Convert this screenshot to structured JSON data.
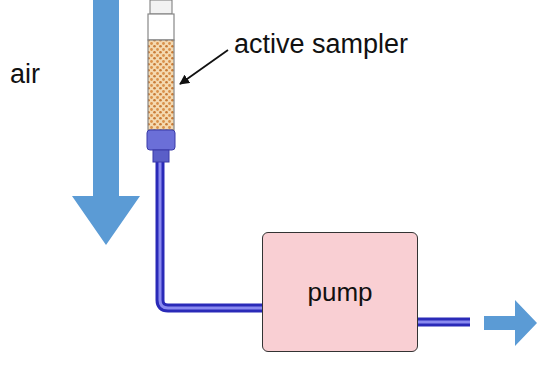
{
  "diagram": {
    "nodes": [
      {
        "text": [
          "pump"
        ]
      }
    ],
    "labels": [
      "air",
      "active sampler"
    ]
  }
}
